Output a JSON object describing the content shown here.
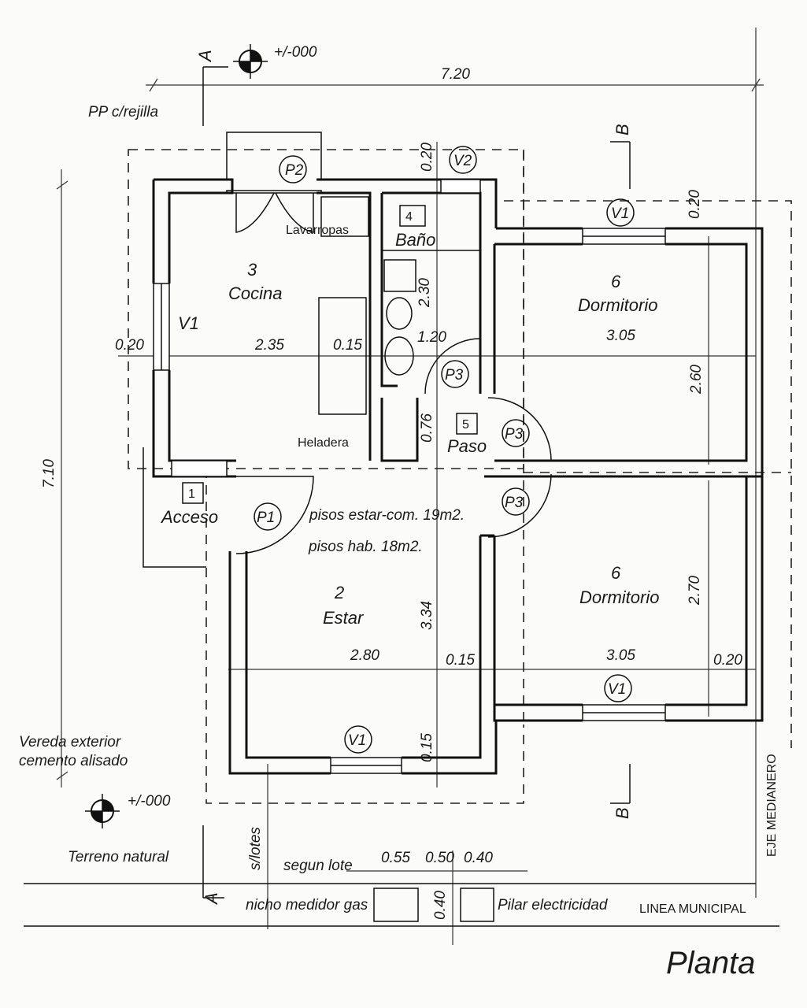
{
  "sheet_title": "Planta",
  "levels": {
    "top": "+/-000",
    "bottom": "+/-000"
  },
  "sections": {
    "a_top": "A",
    "a_bottom": "A",
    "b_top": "B",
    "b_bottom": "B"
  },
  "notes": {
    "pp": "PP c/rejilla",
    "lavarropas": "Lavarropas",
    "heladera": "Heladera",
    "pisos_estar": "pisos estar-com. 19m2.",
    "pisos_hab": "pisos hab. 18m2.",
    "vereda": "Vereda exterior cemento alisado",
    "terreno": "Terreno natural",
    "slotes": "s/lotes",
    "segun_lote": "segun lote",
    "nicho": "nicho medidor gas",
    "pilar": "Pilar electricidad",
    "linea_municipal": "LINEA MUNICIPAL",
    "eje_medianero": "EJE MEDIANERO"
  },
  "rooms": {
    "cocina": {
      "num": "3",
      "name": "Cocina"
    },
    "bano": {
      "num": "4",
      "name": "Baño"
    },
    "dorm1": {
      "num": "6",
      "name": "Dormitorio"
    },
    "paso": {
      "num": "5",
      "name": "Paso"
    },
    "acceso": {
      "num": "1",
      "name": "Acceso"
    },
    "estar": {
      "num": "2",
      "name": "Estar"
    },
    "dorm2": {
      "num": "6",
      "name": "Dormitorio"
    }
  },
  "openings": {
    "p1": "P1",
    "p2": "P2",
    "p3a": "P3",
    "p3b": "P3",
    "p3c": "P3",
    "v1_cocina": "V1",
    "v1_top": "V1",
    "v1_bottom": "V1",
    "v1_estar": "V1",
    "v2": "V2"
  },
  "dims": {
    "total_width": "7.20",
    "total_depth": "7.10",
    "top_wall_left": "0.20",
    "top_wall_right": "0.20",
    "cocina_wall": "0.20",
    "cocina_width": "2.35",
    "cocina_int_wall": "0.15",
    "bano_width": "1.20",
    "bano_depth": "2.30",
    "paso_width": "0.76",
    "dorm1_width": "3.05",
    "dorm1_depth": "2.60",
    "estar_width": "2.80",
    "estar_wall": "0.15",
    "estar_depth": "3.34",
    "dorm2_width": "3.05",
    "dorm2_depth": "2.70",
    "right_wall": "0.20",
    "front_wall": "0.15",
    "lote_a": "0.55",
    "lote_b": "0.50",
    "lote_c": "0.40",
    "nicho_depth": "0.40"
  }
}
